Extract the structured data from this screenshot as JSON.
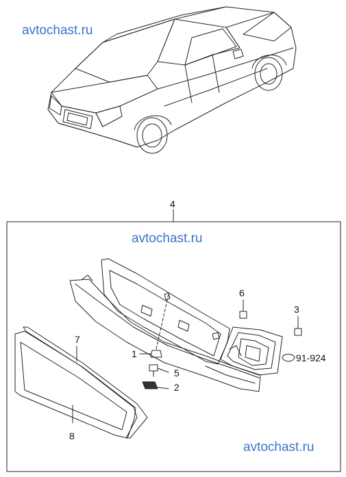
{
  "watermarks": [
    "avtochast.ru",
    "avtochast.ru",
    "avtochast.ru"
  ],
  "callouts": {
    "c4": "4",
    "c6": "6",
    "c3": "3",
    "c7": "7",
    "c1": "1",
    "c5": "5",
    "c2": "2",
    "c8": "8",
    "ref": "91-924"
  },
  "colors": {
    "line": "#222222",
    "watermark": "#3a73c9"
  }
}
